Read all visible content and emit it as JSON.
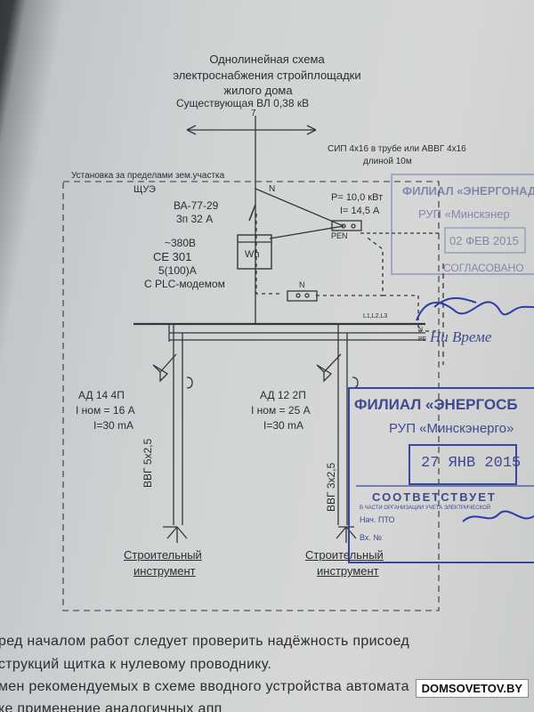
{
  "title": {
    "line1": "Однолинейная схема",
    "line2": "электроснабжения стройплощадки",
    "line3": "жилого дома"
  },
  "overhead_line": "Существующая ВЛ 0,38 кВ",
  "pole_mark": "7",
  "cable_note": {
    "line1": "СИП 4х16 в трубе или АВВГ 4х16",
    "line2": "длиной  10м"
  },
  "boundary_note": "Установка за пределами  зем.участка",
  "panel_label": "ЩУЭ",
  "breaker": {
    "model": "ВА-77-29",
    "rating": "3п 32  А"
  },
  "power": {
    "p": "Р= 10,0 кВт",
    "i": "I= 14,5 А"
  },
  "n_label": "N",
  "pen_label": "PEN",
  "meter": {
    "voltage": "~380В",
    "model": "СЕ 301",
    "current": "5(100)А",
    "modem": "С PLC-модемом",
    "symbol": "Wh"
  },
  "n_bus_label": "N",
  "bus_labels": {
    "phases": "L1,L2,L3",
    "n": "N",
    "pe": "PE"
  },
  "rcd1": {
    "model": "АД 14 4П",
    "inom": "I ном = 16 А",
    "idelta": "I=30 mA",
    "cable": "ВВГ 5х2,5",
    "load_line1": "Строительный",
    "load_line2": "инструмент"
  },
  "rcd2": {
    "model": "АД 12 2П",
    "inom": "I ном = 25 А",
    "idelta": "I=30 mA",
    "cable": "ВВГ 3х2,5",
    "load_line1": "Строительный",
    "load_line2": "инструмент"
  },
  "stamp_top": {
    "line1": "ФИЛИАЛ «ЭНЕРГОНАДЗОР",
    "line2": "РУП «Минскэнер",
    "date": "02 ФЕВ 2015",
    "line3": "СОГЛАСОВАНО"
  },
  "stamp_bottom": {
    "line1": "ФИЛИАЛ «ЭНЕРГОСБ",
    "line2": "РУП «Минскэнерго»",
    "date": "27 ЯНВ 2015",
    "line3": "СООТВЕТСТВУЕТ",
    "line4": "В ЧАСТИ ОРГАНИЗАЦИИ УЧЕТА ЭЛЕКТРИЧЕСКОЙ",
    "line5": "Нач. ПТО",
    "line6": "Вх. №"
  },
  "signature_text": "Ни Време",
  "body_text": {
    "line1": "ред  началом  работ  следует  проверить  надёжность  присоед",
    "line2": "струкций щитка к нулевому проводнику.",
    "line3": "мен  рекомендуемых  в  схеме  вводного  устройства  автомата",
    "line4": "ке                                        применение аналогичных апп"
  },
  "watermark": "DOMSOVETOV.BY"
}
